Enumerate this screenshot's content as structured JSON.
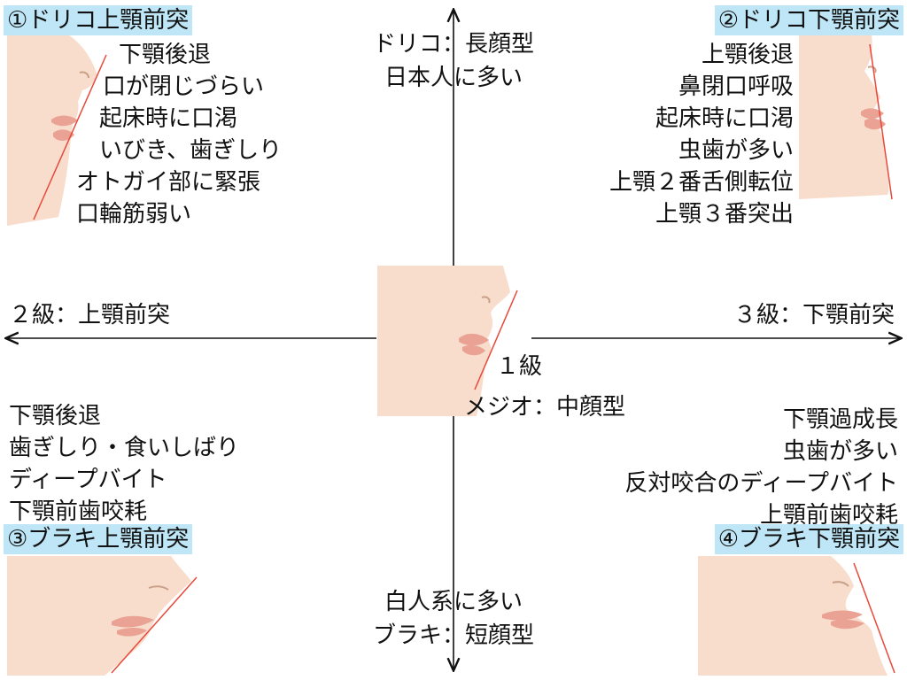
{
  "quadrants": {
    "q1": {
      "title": "①ドリコ上顎前突",
      "traits": [
        "下顎後退",
        "口が閉じづらい",
        "起床時に口渇",
        "いびき、歯ぎしり",
        "オトガイ部に緊張",
        "口輪筋弱い"
      ]
    },
    "q2": {
      "title": "②ドリコ下顎前突",
      "traits": [
        "上顎後退",
        "鼻閉口呼吸",
        "起床時に口渇",
        "虫歯が多い",
        "上顎２番舌側転位",
        "上顎３番突出"
      ]
    },
    "q3": {
      "title": "③ブラキ上顎前突",
      "traits": [
        "下顎後退",
        "歯ぎしり・食いしばり",
        "ディープバイト",
        "下顎前歯咬耗"
      ]
    },
    "q4": {
      "title": "④ブラキ下顎前突",
      "traits": [
        "下顎過成長",
        "虫歯が多い",
        "反対咬合のディープバイト",
        "上顎前歯咬耗"
      ]
    }
  },
  "axes": {
    "top": [
      "ドリコ：長顔型",
      "日本人に多い"
    ],
    "bottom": [
      "白人系に多い",
      "ブラキ：短顔型"
    ],
    "left": "２級：上顎前突",
    "right": "３級：下顎前突",
    "center": [
      "１級",
      "メジオ：中顔型"
    ]
  },
  "colors": {
    "skin": "#f8ddcd",
    "lip": "#e9a294",
    "profile_line": "#e8483a",
    "label_bg": "#bfe6f6",
    "axis": "#111111"
  }
}
